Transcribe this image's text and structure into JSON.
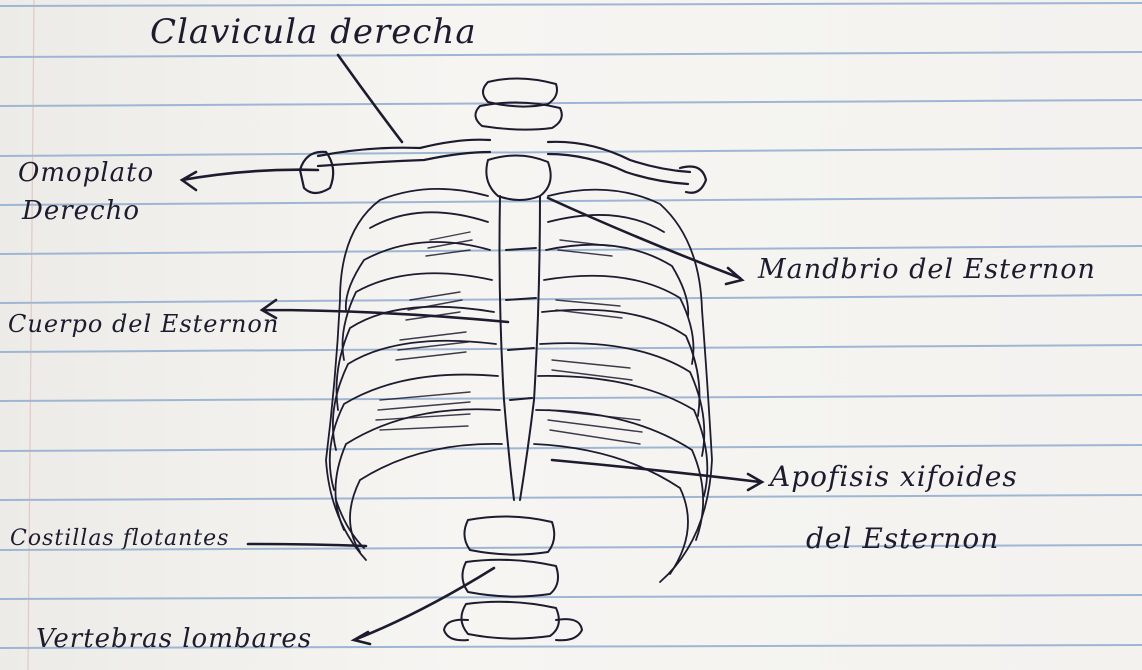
{
  "labels": {
    "clavicle": "Clavicula derecha",
    "scapula_line1": "Omoplato",
    "scapula_line2": "Derecho",
    "manubrium": "Mandbrio del Esternon",
    "sternum_body": "Cuerpo del Esternon",
    "xiphoid_line1": "Apofisis xifoides",
    "xiphoid_line2": "del Esternon",
    "floating_ribs": "Costillas flotantes",
    "lumbar_vertebrae": "Vertebras lombares"
  },
  "colors": {
    "paper": "#f3f2ef",
    "rule_line": "#9fb6d3",
    "ink": "#1d1b2e"
  }
}
